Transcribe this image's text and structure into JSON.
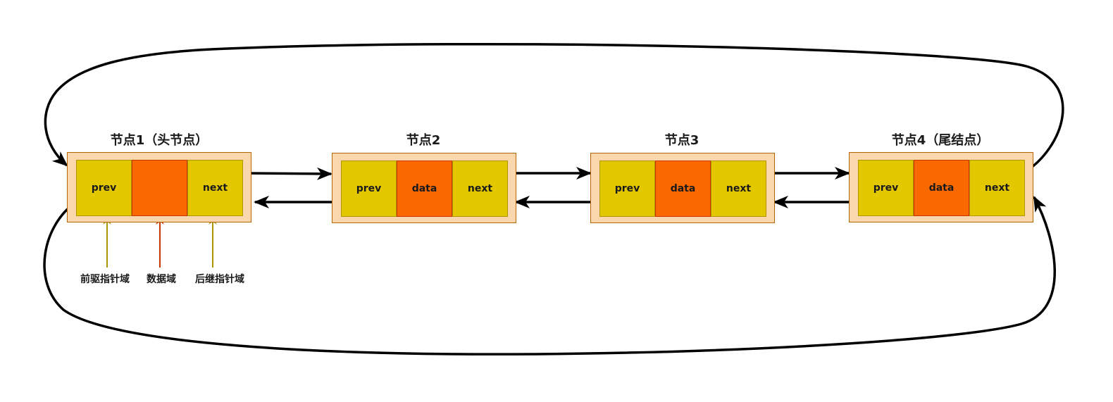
{
  "nodes": [
    {
      "title": "节点1（头节点）",
      "prev": "prev",
      "data": "",
      "next": "next"
    },
    {
      "title": "节点2",
      "prev": "prev",
      "data": "data",
      "next": "next"
    },
    {
      "title": "节点3",
      "prev": "prev",
      "data": "data",
      "next": "next"
    },
    {
      "title": "节点4（尾结点）",
      "prev": "prev",
      "data": "data",
      "next": "next"
    }
  ],
  "annotations": {
    "prev_field": "前驱指针域",
    "data_field": "数据域",
    "next_field": "后继指针域"
  },
  "colors": {
    "node_fill": "#fad7ac",
    "node_border": "#b46504",
    "pointer_field": "#e3c800",
    "data_field": "#fa6800",
    "prev_annotation_arrow": "#b09500",
    "data_annotation_arrow": "#c73500",
    "next_annotation_arrow": "#b09500",
    "link_arrow": "#000000"
  }
}
